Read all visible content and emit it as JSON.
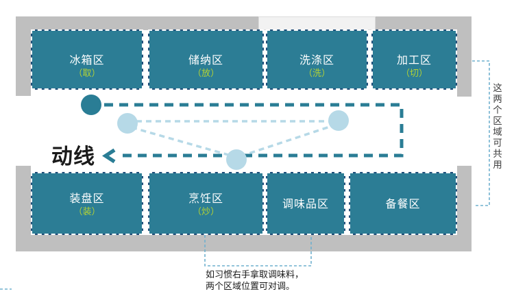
{
  "flow": {
    "title": "动线"
  },
  "zones": {
    "top": [
      {
        "name": "冰箱区",
        "action": "（取）"
      },
      {
        "name": "储纳区",
        "action": "（放）"
      },
      {
        "name": "洗涤区",
        "action": "（洗）"
      },
      {
        "name": "加工区",
        "action": "（切）"
      }
    ],
    "bottom": [
      {
        "name": "装盘区",
        "action": "（装）"
      },
      {
        "name": "烹饪区",
        "action": "（炒）"
      },
      {
        "name": "调味品区",
        "action": ""
      },
      {
        "name": "备餐区",
        "action": ""
      }
    ]
  },
  "notes": {
    "shared_zones": "这两个区域可共用",
    "swap_line1": "如习惯右手拿取调味料，",
    "swap_line2": "两个区域位置可对调。"
  },
  "colors": {
    "zone_fill": "#2C7D95",
    "zone_border": "#1F4E79",
    "zone_action_text": "#B2D235",
    "wall": "#BFBFBF",
    "window": "#F2F2F2",
    "flow_primary": "#2A7D95",
    "flow_secondary": "#B6D9E7",
    "note_line": "#6FB0CE"
  }
}
